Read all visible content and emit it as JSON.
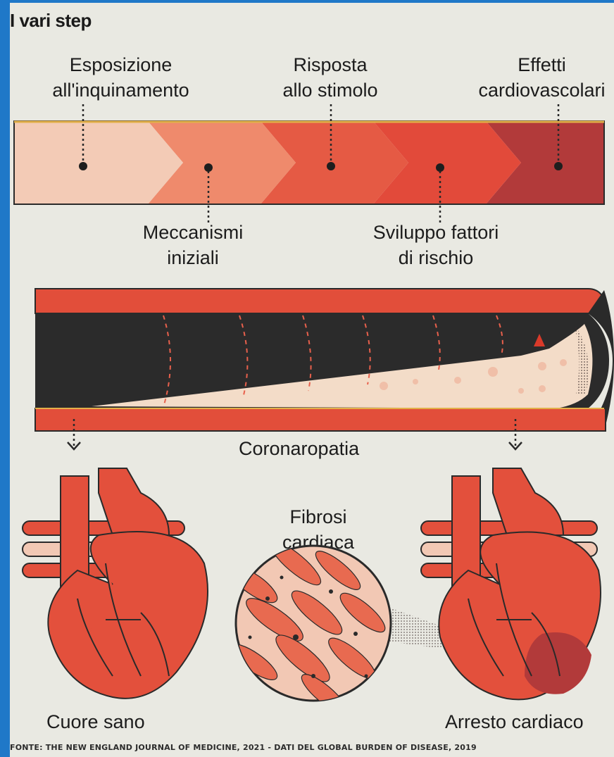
{
  "title": "I vari step",
  "steps": {
    "esposizione": [
      "Esposizione",
      "all'inquinamento"
    ],
    "meccanismi": [
      "Meccanismi",
      "iniziali"
    ],
    "risposta": [
      "Risposta",
      "allo stimolo"
    ],
    "sviluppo": [
      "Sviluppo fattori",
      "di rischio"
    ],
    "effetti": [
      "Effetti",
      "cardiovascolari"
    ]
  },
  "stages": {
    "coronaropatia": "Coronaropatia",
    "fibrosi": [
      "Fibrosi",
      "cardiaca"
    ],
    "cuore_sano": "Cuore sano",
    "arresto": "Arresto cardiaco"
  },
  "footer": "FONTE: THE NEW ENGLAND JOURNAL OF MEDICINE, 2021 - DATI DEL GLOBAL BURDEN OF DISEASE, 2019",
  "colors": {
    "chevron_1": "#f3cbb6",
    "chevron_2": "#ef8a6c",
    "chevron_3": "#e55a44",
    "chevron_4": "#e24a3a",
    "chevron_5": "#b23a3a",
    "vessel": "#e24e3a",
    "heart": "#e3503c"
  }
}
